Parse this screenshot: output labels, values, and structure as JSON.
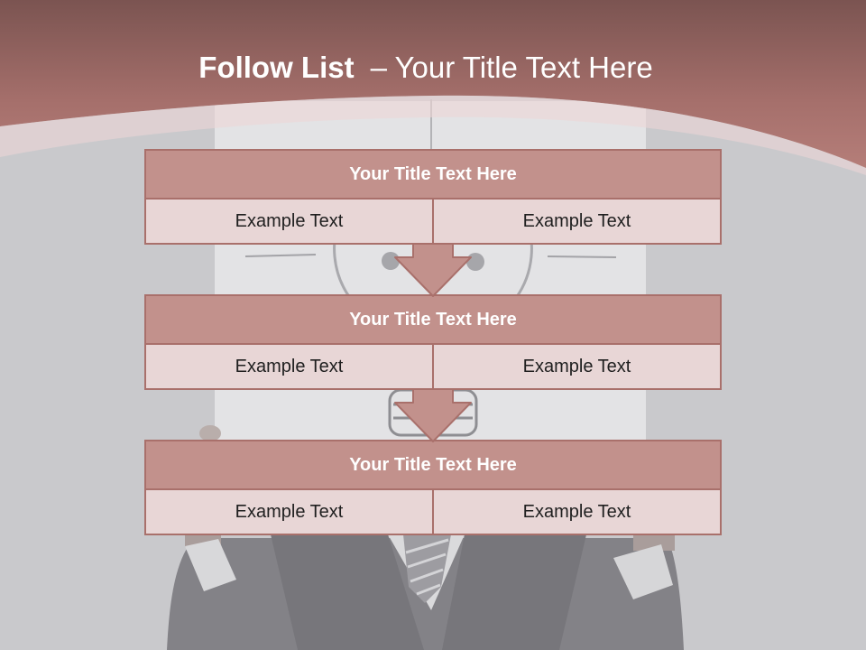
{
  "slide": {
    "title_bold": "Follow List",
    "title_rest": "– Your Title Text Here"
  },
  "flow_list": [
    {
      "title": "Your Title Text Here",
      "cells": [
        "Example Text",
        "Example Text"
      ]
    },
    {
      "title": "Your Title Text Here",
      "cells": [
        "Example Text",
        "Example Text"
      ]
    },
    {
      "title": "Your Title Text Here",
      "cells": [
        "Example Text",
        "Example Text"
      ]
    }
  ],
  "colors": {
    "banner_top": "#7b5451",
    "banner_bottom": "#b57e79",
    "header_row": "#c2918c",
    "cell_row": "#e8d6d6",
    "border": "#a9706b",
    "arrow": "#c2918c",
    "background": "#c9c9cc"
  }
}
